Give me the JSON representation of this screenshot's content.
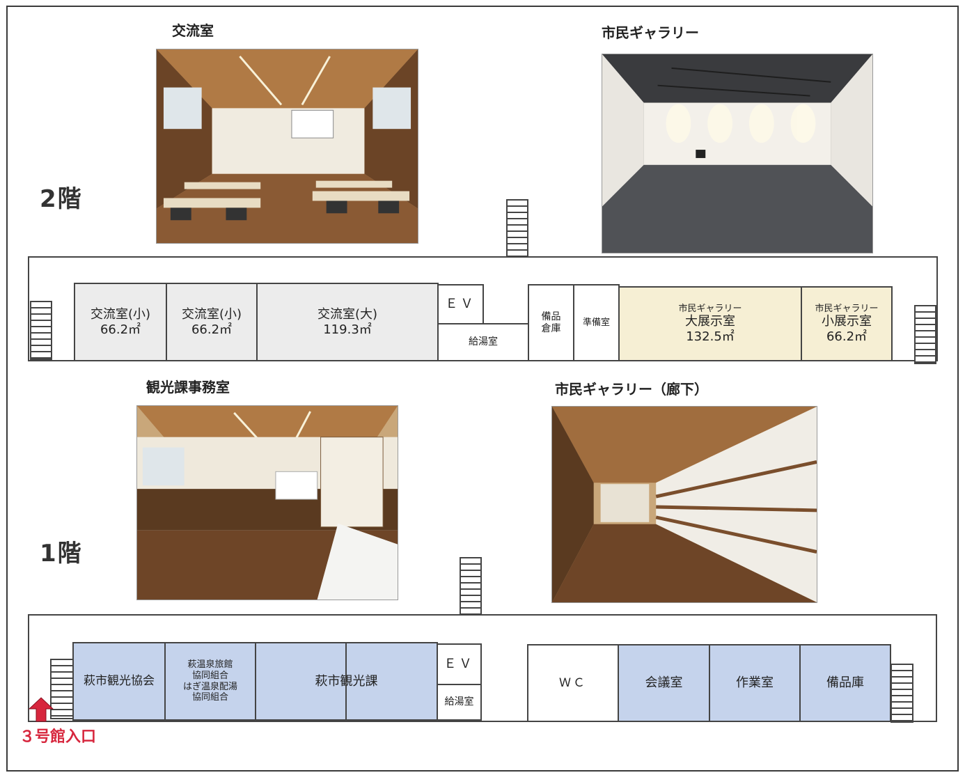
{
  "floors": {
    "second": "2階",
    "first": "1階"
  },
  "photos": {
    "exchange_room": "交流室",
    "gallery": "市民ギャラリー",
    "tourism_office": "観光課事務室",
    "gallery_corridor": "市民ギャラリー（廊下）"
  },
  "floor2": {
    "rooms": [
      {
        "name": "交流室(小)",
        "area": "66.2㎡"
      },
      {
        "name": "交流室(小)",
        "area": "66.2㎡"
      },
      {
        "name": "交流室(大)",
        "area": "119.3㎡"
      },
      {
        "name": "ＥＶ"
      },
      {
        "name": "給湯室"
      },
      {
        "name": "備品\n倉庫"
      },
      {
        "name": "準備室"
      },
      {
        "prefix": "市民ギャラリー",
        "name": "大展示室",
        "area": "132.5㎡"
      },
      {
        "prefix": "市民ギャラリー",
        "name": "小展示室",
        "area": "66.2㎡"
      }
    ]
  },
  "floor1": {
    "rooms": [
      {
        "name": "萩市観光協会"
      },
      {
        "name": "萩温泉旅館\n協同組合\nはぎ温泉配湯\n協同組合"
      },
      {
        "name": "萩市観光課"
      },
      {
        "name": "ＥＶ"
      },
      {
        "name": "給湯室"
      },
      {
        "name": "ＷＣ"
      },
      {
        "name": "会議室"
      },
      {
        "name": "作業室"
      },
      {
        "name": "備品庫"
      }
    ]
  },
  "entrance": "３号館入口",
  "colors": {
    "exchange_rooms": "#ececec",
    "gallery_rooms": "#f6efd4",
    "first_floor_rooms": "#c5d3ec",
    "entrance": "#d7263d"
  }
}
